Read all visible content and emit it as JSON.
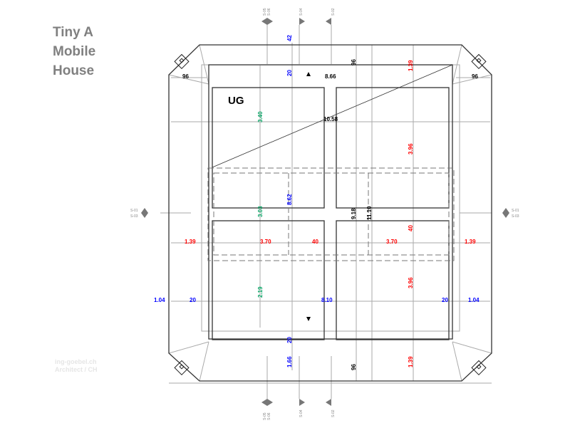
{
  "title": [
    "Tiny A",
    "Mobile",
    "House"
  ],
  "watermark": [
    "ing-goebel.ch",
    "Architect / CH"
  ],
  "level_label": "UG",
  "sections": {
    "s0506": [
      "S-05",
      "S-06"
    ],
    "s04": "S-04",
    "s02": "S-02",
    "s0103": [
      "S-01",
      "S-03"
    ]
  },
  "dims": {
    "top_42": "42",
    "top_20": "20",
    "top_866": "8.66",
    "top_96": "96",
    "top_139": "1.39",
    "left_96": "96",
    "right_96": "96",
    "diag_1058": "10.58",
    "v_340": "3.40",
    "v_396a": "3.96",
    "v_862": "8.62",
    "v_303": "3.03",
    "v_918": "9.18",
    "v_1110": "11.10",
    "v_40": "40",
    "h_139l": "1.39",
    "h_370l": "3.70",
    "h_40": "40",
    "h_370r": "3.70",
    "h_139r": "1.39",
    "h_104": "1.04",
    "h_20l": "20",
    "h_810": "8.10",
    "h_20r": "20",
    "h_104r": "1.04",
    "v_219": "2.19",
    "v_396b": "3.96",
    "bot_20": "20",
    "bot_166": "1.66",
    "bot_96": "96",
    "bot_139": "1.39"
  },
  "colors": {
    "blue": "#0000ff",
    "red": "#ff0000",
    "green": "#00a060"
  }
}
